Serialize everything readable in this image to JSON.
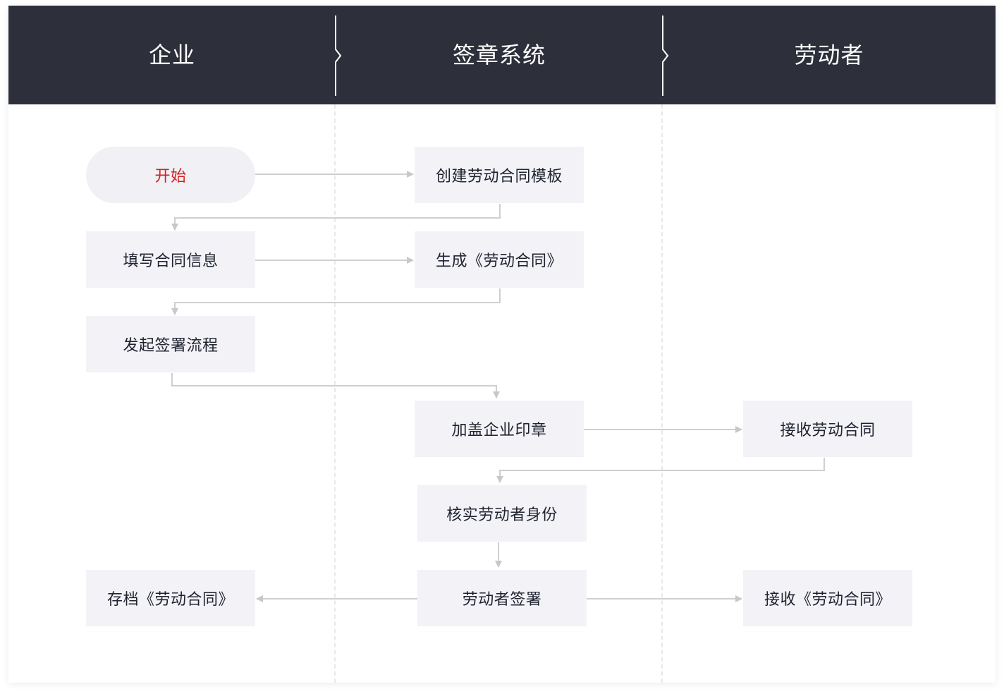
{
  "lanes": [
    {
      "label": "企业"
    },
    {
      "label": "签章系统"
    },
    {
      "label": "劳动者"
    }
  ],
  "nodes": {
    "start": "开始",
    "create_template": "创建劳动合同模板",
    "fill_info": "填写合同信息",
    "generate": "生成《劳动合同》",
    "initiate": "发起签署流程",
    "stamp": "加盖企业印章",
    "receive_contract": "接收劳动合同",
    "verify": "核实劳动者身份",
    "archive": "存档《劳动合同》",
    "worker_sign": "劳动者签署",
    "receive_final": "接收《劳动合同》"
  },
  "colors": {
    "header_bg": "#2d303a",
    "node_bg": "#f3f3f7",
    "start_text": "#d81e1e",
    "connector": "#c8c8cc"
  }
}
